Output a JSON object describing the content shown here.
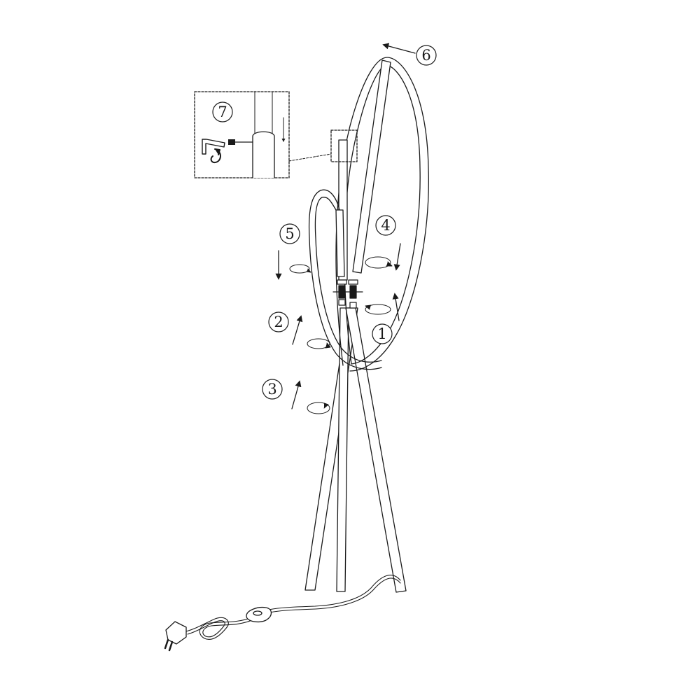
{
  "steps": [
    {
      "label": "1"
    },
    {
      "label": "2"
    },
    {
      "label": "3"
    },
    {
      "label": "4"
    },
    {
      "label": "5"
    },
    {
      "label": "6"
    },
    {
      "label": "7"
    }
  ],
  "icons": {
    "hex_key": "hex-key-icon",
    "rotate": "rotate-arrow-icon",
    "power_plug": "power-plug-icon",
    "inline_switch": "inline-switch-icon"
  },
  "colors": {
    "line": "#1a1a1a",
    "background": "#ffffff"
  }
}
